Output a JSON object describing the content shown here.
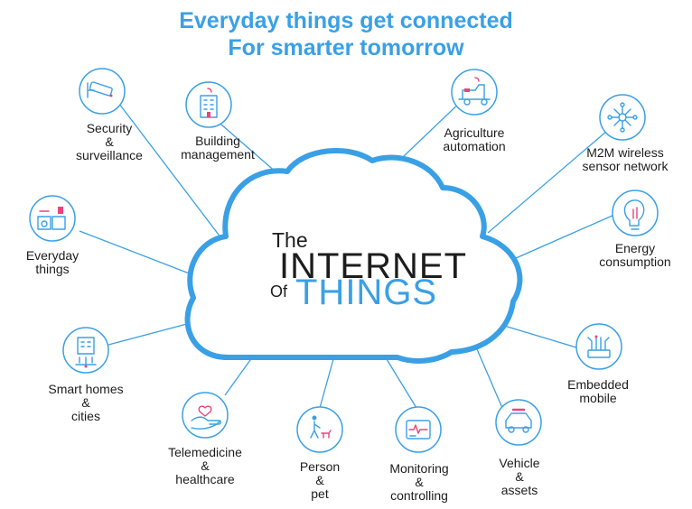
{
  "headline": {
    "line1": "Everyday things get connected",
    "line2": "For smarter tomorrow"
  },
  "center": {
    "the": "The",
    "internet": "INTERNET",
    "of": "Of",
    "things": "THINGS"
  },
  "colors": {
    "accent": "#3aa0e6",
    "text": "#1d1d1d",
    "highlight": "#e8457a"
  },
  "nodes": [
    {
      "id": "security",
      "icon": "cctv-camera-icon",
      "lines": [
        "Security",
        "&",
        "surveillance"
      ]
    },
    {
      "id": "building",
      "icon": "building-icon",
      "lines": [
        "Building",
        "management"
      ]
    },
    {
      "id": "agriculture",
      "icon": "tractor-icon",
      "lines": [
        "Agriculture",
        "automation"
      ]
    },
    {
      "id": "m2m",
      "icon": "network-hub-icon",
      "lines": [
        "M2M wireless",
        "sensor network"
      ]
    },
    {
      "id": "energy",
      "icon": "lightbulb-icon",
      "lines": [
        "Energy",
        "consumption"
      ]
    },
    {
      "id": "embedded",
      "icon": "chip-icon",
      "lines": [
        "Embedded",
        "mobile"
      ]
    },
    {
      "id": "vehicle",
      "icon": "car-icon",
      "lines": [
        "Vehicle",
        "&",
        "assets"
      ]
    },
    {
      "id": "monitoring",
      "icon": "monitor-icon",
      "lines": [
        "Monitoring",
        "&",
        "controlling"
      ]
    },
    {
      "id": "person",
      "icon": "person-dog-icon",
      "lines": [
        "Person",
        "&",
        "pet"
      ]
    },
    {
      "id": "telemedicine",
      "icon": "hand-heart-icon",
      "lines": [
        "Telemedicine",
        "&",
        "healthcare"
      ]
    },
    {
      "id": "smarthomes",
      "icon": "smart-city-icon",
      "lines": [
        "Smart homes",
        "&",
        "cities"
      ]
    },
    {
      "id": "everyday",
      "icon": "appliances-icon",
      "lines": [
        "Everyday",
        "things"
      ]
    }
  ]
}
